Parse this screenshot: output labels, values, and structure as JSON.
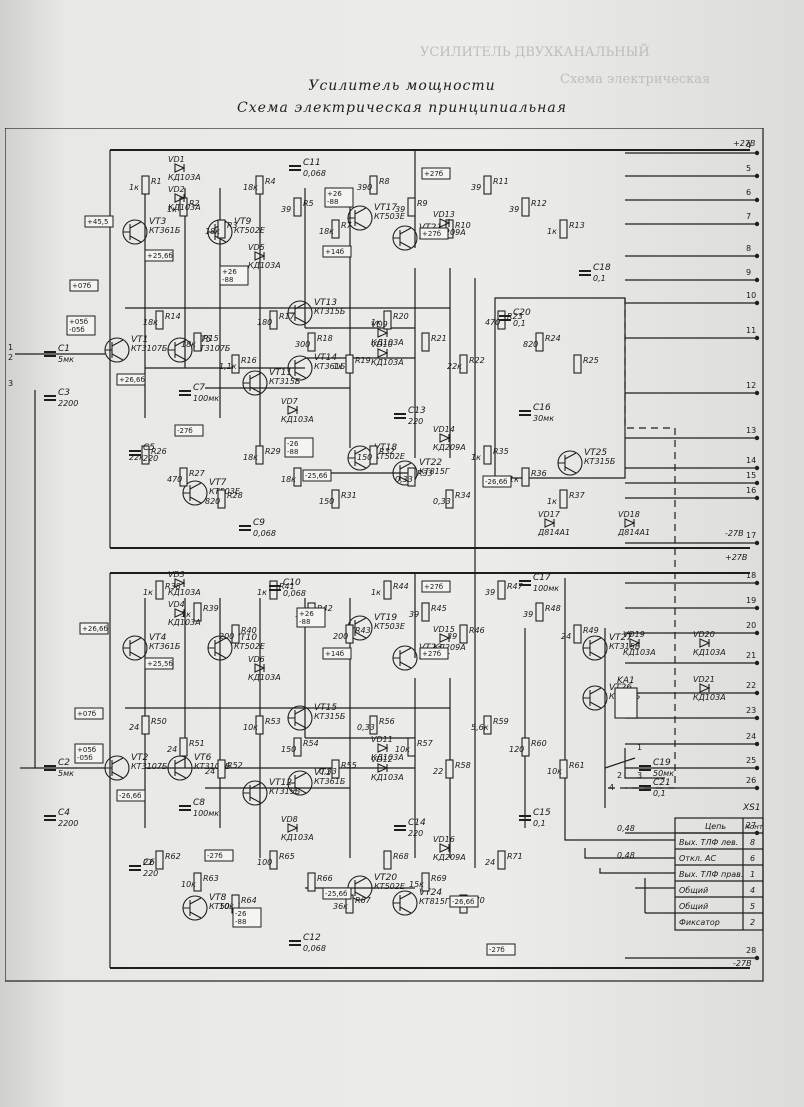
{
  "header": {
    "title": "Усилитель мощности",
    "subtitle": "Схема электрическая принципиальная",
    "bleed_through_1": "УСИЛИТЕЛЬ ДВУХКАНАЛЬНЫЙ",
    "bleed_through_2": "Схема электрическая"
  },
  "transistors": [
    {
      "ref": "VT1",
      "type": "КТ3107Б"
    },
    {
      "ref": "VT2",
      "type": "КТ3107Б"
    },
    {
      "ref": "VT3",
      "type": "КТ361Б"
    },
    {
      "ref": "VT4",
      "type": "КТ361Б"
    },
    {
      "ref": "VT5",
      "type": "КТ3107Б"
    },
    {
      "ref": "VT6",
      "type": "КТ3107Б"
    },
    {
      "ref": "VT7",
      "type": "КТ503Е"
    },
    {
      "ref": "VT8",
      "type": "КТ503Е"
    },
    {
      "ref": "VT9",
      "type": "КТ502Е"
    },
    {
      "ref": "VT10",
      "type": "КТ502Е"
    },
    {
      "ref": "VT11",
      "type": "КТ315Б"
    },
    {
      "ref": "VT12",
      "type": "КТ315Б"
    },
    {
      "ref": "VT13",
      "type": "КТ315Б"
    },
    {
      "ref": "VT14",
      "type": "КТ361Б"
    },
    {
      "ref": "VT15",
      "type": "КТ315Б"
    },
    {
      "ref": "VT16",
      "type": "КТ361Б"
    },
    {
      "ref": "VT17",
      "type": "КТ503Е"
    },
    {
      "ref": "VT18",
      "type": "КТ502Е"
    },
    {
      "ref": "VT19",
      "type": "КТ503Е"
    },
    {
      "ref": "VT20",
      "type": "КТ502Е"
    },
    {
      "ref": "VT21",
      "type": "КТ815Г"
    },
    {
      "ref": "VT22",
      "type": "КТ815Г"
    },
    {
      "ref": "VT23",
      "type": "КТ815Г"
    },
    {
      "ref": "VT24",
      "type": "КТ815Г"
    },
    {
      "ref": "VT25",
      "type": "КТ315Б"
    },
    {
      "ref": "VT26",
      "type": "КТ315Б"
    },
    {
      "ref": "VT27",
      "type": "КТ315Б"
    }
  ],
  "resistors": [
    {
      "ref": "R1",
      "val": "1к"
    },
    {
      "ref": "R2",
      "val": "1к"
    },
    {
      "ref": "R3",
      "val": "18к"
    },
    {
      "ref": "R4",
      "val": "18к"
    },
    {
      "ref": "R5",
      "val": "39"
    },
    {
      "ref": "R7",
      "val": "18к"
    },
    {
      "ref": "R8",
      "val": "390"
    },
    {
      "ref": "R9",
      "val": "39"
    },
    {
      "ref": "R10",
      "val": "16к"
    },
    {
      "ref": "R11",
      "val": "39"
    },
    {
      "ref": "R12",
      "val": "39"
    },
    {
      "ref": "R13",
      "val": "1к"
    },
    {
      "ref": "R14",
      "val": "18к"
    },
    {
      "ref": "R15",
      "val": "18к"
    },
    {
      "ref": "R16",
      "val": "1,1к"
    },
    {
      "ref": "R17",
      "val": "180"
    },
    {
      "ref": "R18",
      "val": "300"
    },
    {
      "ref": "R19",
      "val": "1к"
    },
    {
      "ref": "R20",
      "val": "1к"
    },
    {
      "ref": "R21",
      "val": ""
    },
    {
      "ref": "R22",
      "val": "22к"
    },
    {
      "ref": "R23",
      "val": "470"
    },
    {
      "ref": "R24",
      "val": "820"
    },
    {
      "ref": "R25",
      "val": ""
    },
    {
      "ref": "R26",
      "val": "22к"
    },
    {
      "ref": "R27",
      "val": "470"
    },
    {
      "ref": "R28",
      "val": "820"
    },
    {
      "ref": "R29",
      "val": "18к"
    },
    {
      "ref": "R30",
      "val": "18к"
    },
    {
      "ref": "R31",
      "val": "150"
    },
    {
      "ref": "R32",
      "val": "150"
    },
    {
      "ref": "R33",
      "val": "0,33"
    },
    {
      "ref": "R34",
      "val": "0,33"
    },
    {
      "ref": "R35",
      "val": "1к"
    },
    {
      "ref": "R36",
      "val": "1к"
    },
    {
      "ref": "R37",
      "val": "1к"
    },
    {
      "ref": "R38",
      "val": "1к"
    },
    {
      "ref": "R39",
      "val": "1к"
    },
    {
      "ref": "R40",
      "val": "200"
    },
    {
      "ref": "R41",
      "val": "1к"
    },
    {
      "ref": "R42",
      "val": "1к"
    },
    {
      "ref": "R43",
      "val": "200"
    },
    {
      "ref": "R44",
      "val": "1к"
    },
    {
      "ref": "R45",
      "val": "39"
    },
    {
      "ref": "R46",
      "val": "39"
    },
    {
      "ref": "R47",
      "val": "39"
    },
    {
      "ref": "R48",
      "val": "39"
    },
    {
      "ref": "R49",
      "val": "24"
    },
    {
      "ref": "R50",
      "val": "24"
    },
    {
      "ref": "R51",
      "val": "24"
    },
    {
      "ref": "R52",
      "val": "24"
    },
    {
      "ref": "R53",
      "val": "10к"
    },
    {
      "ref": "R54",
      "val": "150"
    },
    {
      "ref": "R55",
      "val": "0,33"
    },
    {
      "ref": "R56",
      "val": "0,33"
    },
    {
      "ref": "R57",
      "val": "10к"
    },
    {
      "ref": "R58",
      "val": "22"
    },
    {
      "ref": "R59",
      "val": "5,6к"
    },
    {
      "ref": "R60",
      "val": "120"
    },
    {
      "ref": "R61",
      "val": "10к"
    },
    {
      "ref": "R62",
      "val": "22"
    },
    {
      "ref": "R63",
      "val": "10к"
    },
    {
      "ref": "R64",
      "val": "10к"
    },
    {
      "ref": "R65",
      "val": "100"
    },
    {
      "ref": "R66",
      "val": ""
    },
    {
      "ref": "R67",
      "val": "36к"
    },
    {
      "ref": "R68",
      "val": ""
    },
    {
      "ref": "R69",
      "val": "15к"
    },
    {
      "ref": "R70",
      "val": ""
    },
    {
      "ref": "R71",
      "val": "24"
    }
  ],
  "capacitors": [
    {
      "ref": "C1",
      "val": "5мк"
    },
    {
      "ref": "C2",
      "val": "5мк"
    },
    {
      "ref": "C3",
      "val": "2200"
    },
    {
      "ref": "C4",
      "val": "2200"
    },
    {
      "ref": "C5",
      "val": "220"
    },
    {
      "ref": "C6",
      "val": "220"
    },
    {
      "ref": "C7",
      "val": "100мк"
    },
    {
      "ref": "C8",
      "val": "100мк"
    },
    {
      "ref": "C9",
      "val": "0,068"
    },
    {
      "ref": "C10",
      "val": "0,068"
    },
    {
      "ref": "C11",
      "val": "0,068"
    },
    {
      "ref": "C12",
      "val": "0,068"
    },
    {
      "ref": "C13",
      "val": "220"
    },
    {
      "ref": "C14",
      "val": "220"
    },
    {
      "ref": "C15",
      "val": "0,1"
    },
    {
      "ref": "C16",
      "val": "30мк"
    },
    {
      "ref": "C17",
      "val": "100мк"
    },
    {
      "ref": "C18",
      "val": "0,1"
    },
    {
      "ref": "C19",
      "val": "50мк"
    },
    {
      "ref": "C20",
      "val": "0,1"
    },
    {
      "ref": "C21",
      "val": "0,1"
    }
  ],
  "diodes": [
    {
      "ref": "VD1",
      "type": "КД103А"
    },
    {
      "ref": "VD2",
      "type": "КД103А"
    },
    {
      "ref": "VD3",
      "type": "КД103А"
    },
    {
      "ref": "VD4",
      "type": "КД103А"
    },
    {
      "ref": "VD5",
      "type": "КД103А"
    },
    {
      "ref": "VD6",
      "type": "КД103А"
    },
    {
      "ref": "VD7",
      "type": "КД103А"
    },
    {
      "ref": "VD8",
      "type": "КД103А"
    },
    {
      "ref": "VD9",
      "type": "КД103А"
    },
    {
      "ref": "VD10",
      "type": "КД103А"
    },
    {
      "ref": "VD11",
      "type": "КД103А"
    },
    {
      "ref": "VD12",
      "type": "КД103А"
    },
    {
      "ref": "VD13",
      "type": "КД209А"
    },
    {
      "ref": "VD14",
      "type": "КД209А"
    },
    {
      "ref": "VD15",
      "type": "КД209А"
    },
    {
      "ref": "VD16",
      "type": "КД209А"
    },
    {
      "ref": "VD17",
      "type": "Д814А1"
    },
    {
      "ref": "VD18",
      "type": "Д814А1"
    },
    {
      "ref": "VD19",
      "type": "КД103А"
    },
    {
      "ref": "VD20",
      "type": "КД103А"
    },
    {
      "ref": "VD21",
      "type": "КД103А"
    }
  ],
  "voltages": {
    "v1": "+45,5",
    "v2": "+25,6б",
    "v3": "+26\n-88",
    "v4": "+26\n-88",
    "v5": "+14б",
    "v6": "+27б",
    "v7": "+27б",
    "v8": "+07б",
    "v9": "+05б\n-05б",
    "v10": "+26,6б",
    "v11": "-27б",
    "v12": "-26\n-88",
    "v13": "-25,6б",
    "v14": "-26,6б",
    "v15": "+26,6б",
    "v16": "+25,5б",
    "v17": "+26\n-88",
    "v18": "+14б",
    "v19": "+27б",
    "v20": "+07б",
    "v21": "+05б\n-05б",
    "v22": "-26,6б",
    "v23": "-27б",
    "v24": "-26\n-88",
    "v25": "-25,6б",
    "v26": "-26,6б",
    "v27": "-27б",
    "v28": "+27б"
  },
  "relay": {
    "ref": "KA1",
    "contacts": [
      "1",
      "2",
      "3",
      "4"
    ]
  },
  "connector": {
    "ref": "XS1",
    "col_net": "Цепь",
    "col_pin": "Конт",
    "rows": [
      {
        "net": "Вых. ТЛФ лев.",
        "pin": "8"
      },
      {
        "net": "Откл. АС",
        "pin": "6"
      },
      {
        "net": "Вых. ТЛФ прав.",
        "pin": "1"
      },
      {
        "net": "Общий",
        "pin": "4"
      },
      {
        "net": "Общий",
        "pin": "5"
      },
      {
        "net": "Фиксатор",
        "pin": "2"
      }
    ]
  },
  "pins_left": [
    "1",
    "2",
    "3"
  ],
  "pins_right": [
    "4",
    "5",
    "6",
    "7",
    "8",
    "9",
    "10",
    "11",
    "12",
    "13",
    "14",
    "15",
    "16",
    "17",
    "18",
    "19",
    "20",
    "21",
    "22",
    "23",
    "24",
    "25",
    "26",
    "27",
    "28"
  ],
  "supply_labels": {
    "pos": "+27В",
    "neg": "-27В"
  },
  "wire_labels": {
    "a": "0,48",
    "b": "0,48"
  }
}
